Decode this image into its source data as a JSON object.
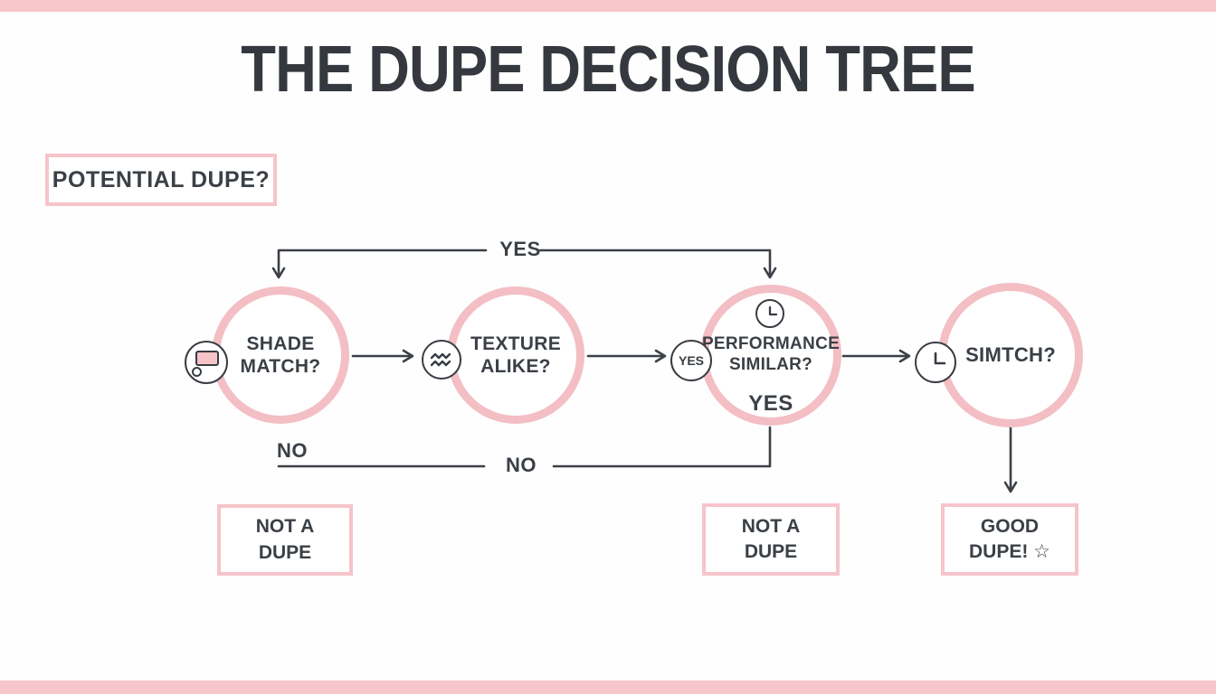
{
  "page": {
    "title": "THE DUPE DECISION TREE",
    "start_label": "POTENTIAL DUPE?"
  },
  "flow": {
    "top_branch_label": "YES",
    "no_left_label": "NO",
    "no_mid_label": "NO",
    "nodes": [
      {
        "line1": "SHADE",
        "line2": "MATCH?",
        "icon": "swatch-icon"
      },
      {
        "line1": "TEXTURE",
        "line2": "ALIKE?",
        "icon": "texture-waves-icon"
      },
      {
        "line1": "PERFORMANCE",
        "line2": "SIMILAR?",
        "icon": "yes-badge-icon",
        "badge_label": "YES",
        "top_icon": "clock-icon",
        "inner_bottom_label": "YES"
      },
      {
        "line1": "SIMTCH?",
        "line2": "",
        "icon": "clock-icon"
      }
    ],
    "outcomes": [
      {
        "line1": "NOT A",
        "line2": "DUPE"
      },
      {
        "line1": "NOT A",
        "line2": "DUPE"
      },
      {
        "line1": "GOOD",
        "line2": "DUPE! ☆"
      }
    ]
  },
  "colors": {
    "accent_pink": "#f6c4ca",
    "ring_pink": "#f3bec4",
    "ink": "#3b4046"
  }
}
